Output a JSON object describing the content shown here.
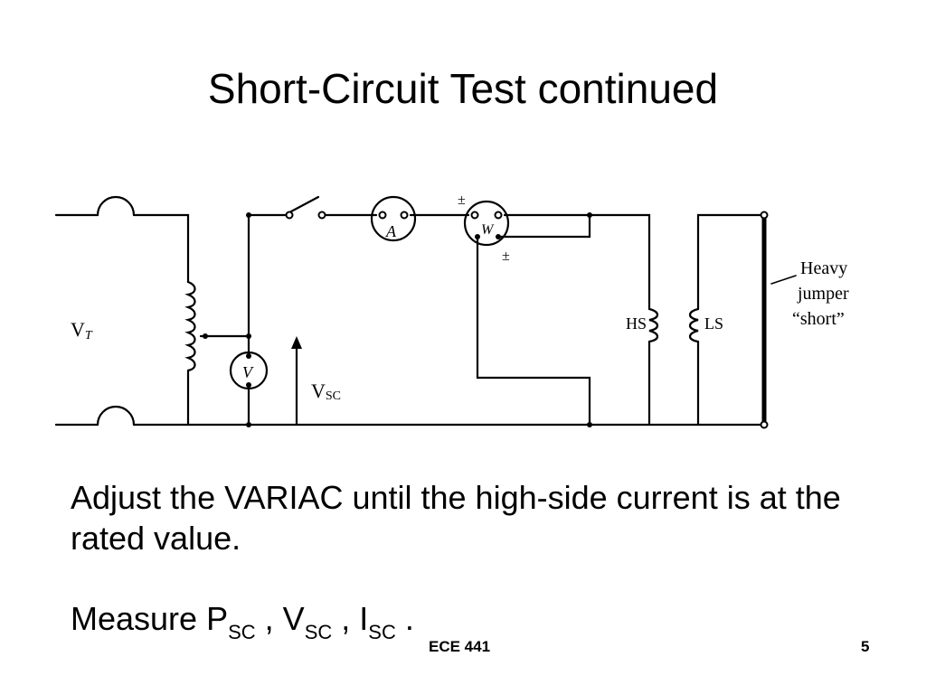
{
  "slide": {
    "title": "Short-Circuit Test continued",
    "body": "Adjust the VARIAC until the high-side current is at the rated value.",
    "measure": {
      "prefix": "Measure ",
      "p": "P",
      "p_sub": "SC",
      "sep1": " , ",
      "v": "V",
      "v_sub": "SC",
      "sep2": " , ",
      "i": "I",
      "i_sub": "SC",
      "suffix": " ."
    },
    "footer": {
      "course": "ECE 441",
      "page": "5"
    }
  },
  "diagram": {
    "vt_label": "V",
    "vt_sub": "T",
    "vsc_label": "V",
    "vsc_sub": "SC",
    "ammeter": "A",
    "wattmeter": "W",
    "voltmeter": "V",
    "pm_top": "±",
    "pm_bottom": "±",
    "hs": "HS",
    "ls": "LS",
    "heavy": "Heavy",
    "jumper": "jumper",
    "short": "“short”"
  }
}
